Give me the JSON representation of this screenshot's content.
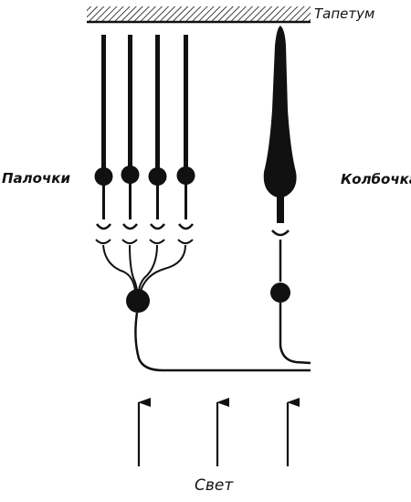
{
  "labels": {
    "tapetum": "Тапетум",
    "rods": "Палочки",
    "cone": "Колбочка",
    "light": "Свет"
  },
  "colors": {
    "ink": "#111111",
    "background": "#ffffff"
  }
}
